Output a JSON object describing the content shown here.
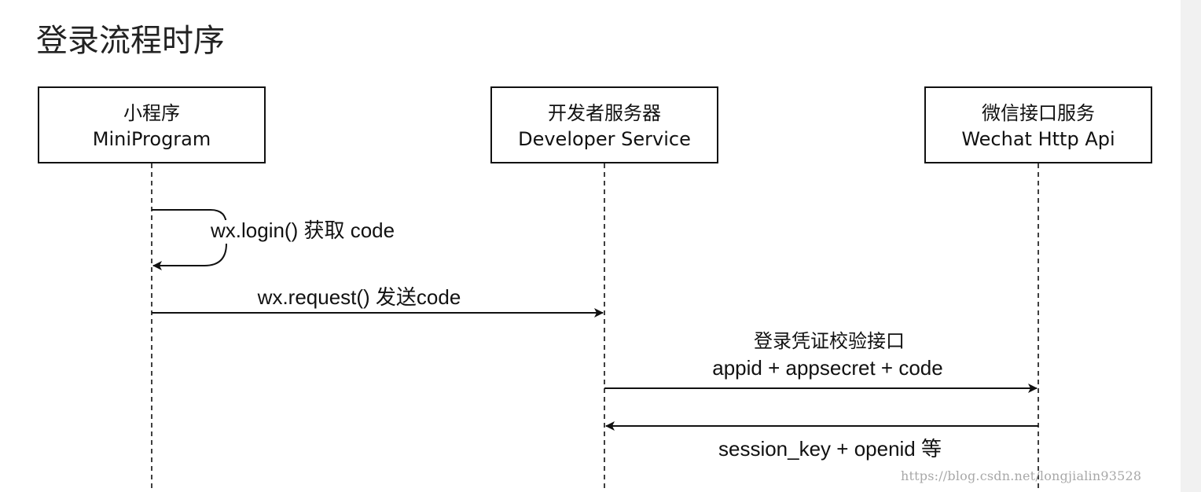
{
  "page": {
    "title": "登录流程时序"
  },
  "actors": [
    {
      "name_cn": "小程序",
      "name_en": "MiniProgram"
    },
    {
      "name_cn": "开发者服务器",
      "name_en": "Developer Service"
    },
    {
      "name_cn": "微信接口服务",
      "name_en": "Wechat Http Api"
    }
  ],
  "messages": {
    "self_login": "wx.login() 获取 code",
    "send_code": "wx.request() 发送code",
    "verify_title": "登录凭证校验接口",
    "verify_params": "appid + appsecret + code",
    "response": "session_key + openid 等"
  },
  "watermark": "https://blog.csdn.net/longjialin93528",
  "colors": {
    "line": "#111111",
    "text": "#111111",
    "title": "#222222",
    "watermark": "#a8a8a8",
    "scroll_strip": "#f1f1f1"
  }
}
